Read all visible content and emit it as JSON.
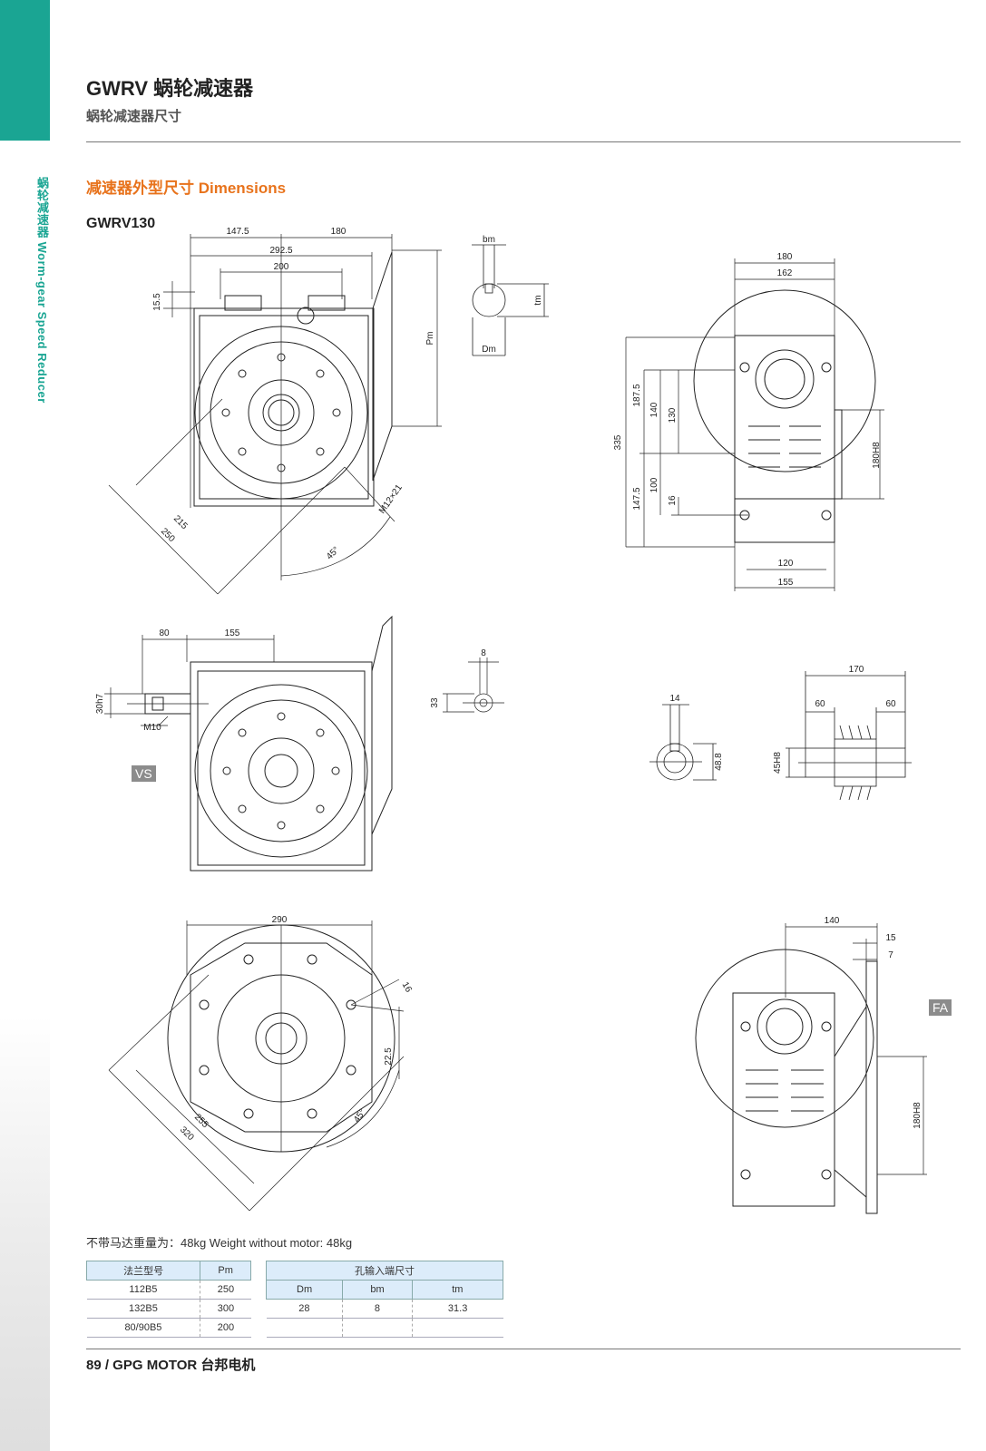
{
  "sidebar": {
    "label": "蜗轮减速器 Worm-gear Speed Reducer"
  },
  "header": {
    "title": "GWRV 蜗轮减速器",
    "subtitle": "蜗轮减速器尺寸"
  },
  "section": {
    "title": "减速器外型尺寸 Dimensions",
    "model": "GWRV130"
  },
  "dims": {
    "d147_5": "147.5",
    "d180": "180",
    "d292_5": "292.5",
    "d200": "200",
    "d15_5": "15.5",
    "pm": "Pm",
    "bm": "bm",
    "tm": "tm",
    "dm": "Dm",
    "m12x21": "M12×21",
    "d215": "215",
    "d250": "250",
    "a45": "45°",
    "r180": "180",
    "r162": "162",
    "r335": "335",
    "r187_5": "187.5",
    "r140": "140",
    "r130": "130",
    "r147_5": "147.5",
    "r100": "100",
    "r16": "16",
    "r180h8": "180H8",
    "r120": "120",
    "r155": "155",
    "v80": "80",
    "v155": "155",
    "v30h7": "30h7",
    "vm10": "M10",
    "v8": "8",
    "v33": "33",
    "s14": "14",
    "s48_8": "48.8",
    "h170": "170",
    "h60a": "60",
    "h60b": "60",
    "h45h8": "45H8",
    "f290": "290",
    "f16": "16",
    "f22_5": "22.5",
    "f45": "45°",
    "f255": "255",
    "f320": "320",
    "fa140": "140",
    "fa15": "15",
    "fa7": "7",
    "fa180h8": "180H8"
  },
  "badges": {
    "vs": "VS",
    "fa": "FA"
  },
  "weight": "不带马达重量为：48kg    Weight without motor: 48kg",
  "table_flange": {
    "headers": [
      "法兰型号",
      "Pm"
    ],
    "rows": [
      [
        "112B5",
        "250"
      ],
      [
        "132B5",
        "300"
      ],
      [
        "80/90B5",
        "200"
      ]
    ]
  },
  "table_input": {
    "title": "孔输入端尺寸",
    "headers": [
      "Dm",
      "bm",
      "tm"
    ],
    "rows": [
      [
        "28",
        "8",
        "31.3"
      ]
    ]
  },
  "footer": "89  /  GPG MOTOR 台邦电机"
}
